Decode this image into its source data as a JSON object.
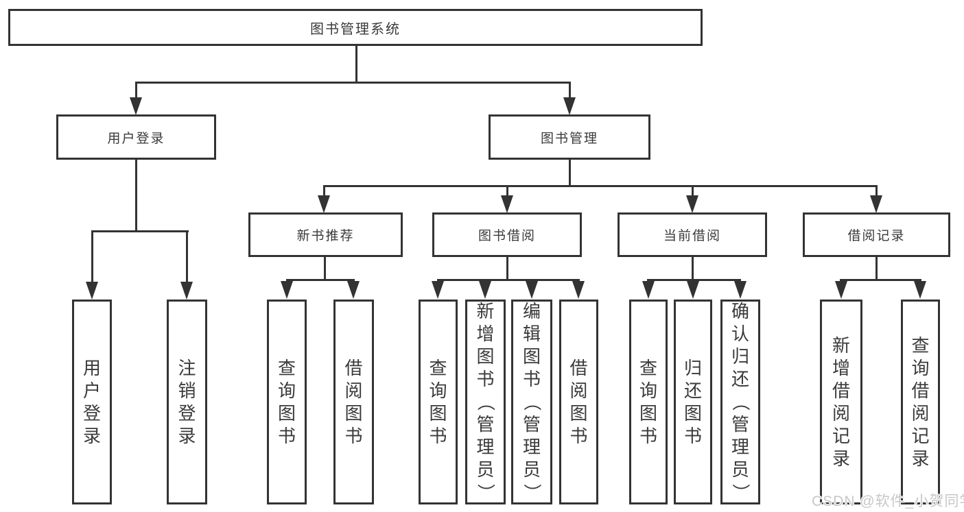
{
  "diagram": {
    "root": {
      "label": "图书管理系统"
    },
    "level2": [
      {
        "label": "用户登录"
      },
      {
        "label": "图书管理"
      }
    ],
    "level3": [
      {
        "label": "新书推荐"
      },
      {
        "label": "图书借阅"
      },
      {
        "label": "当前借阅"
      },
      {
        "label": "借阅记录"
      }
    ],
    "leaves": [
      {
        "label": "用户登录"
      },
      {
        "label": "注销登录"
      },
      {
        "label": "查询图书"
      },
      {
        "label": "借阅图书"
      },
      {
        "label": "查询图书"
      },
      {
        "label": "新增图书（管理员）"
      },
      {
        "label": "编辑图书（管理员）"
      },
      {
        "label": "借阅图书"
      },
      {
        "label": "查询图书"
      },
      {
        "label": "归还图书"
      },
      {
        "label": "确认归还（管理员）"
      },
      {
        "label": "新增借阅记录"
      },
      {
        "label": "查询借阅记录"
      }
    ]
  },
  "watermark": {
    "text": "CSDN @软件_小贺同学"
  },
  "colors": {
    "line": "#333333",
    "text": "#3a3a3a",
    "watermark": "#c7c7c7",
    "background": "#ffffff"
  }
}
